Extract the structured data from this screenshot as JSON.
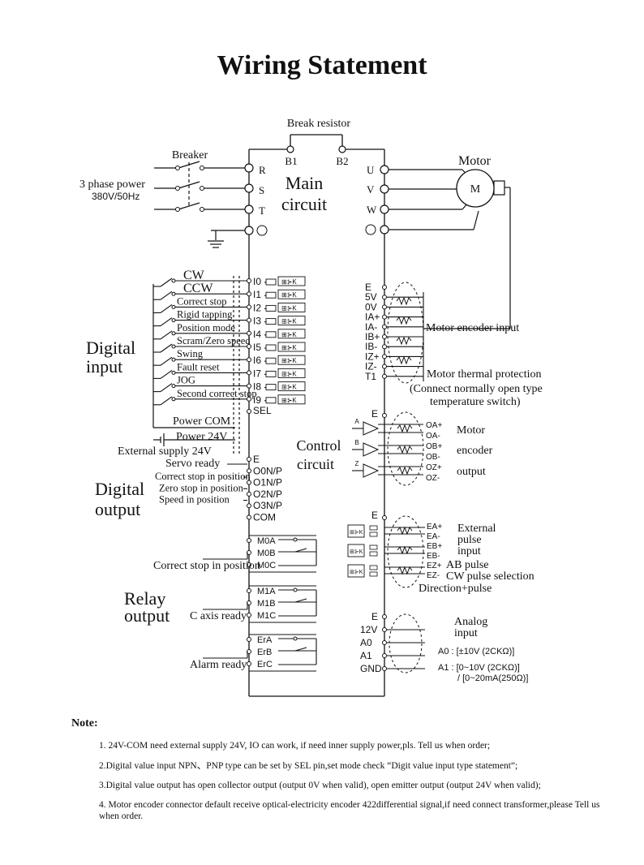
{
  "title": "Wiring Statement",
  "main_circuit": {
    "label": "Main",
    "label2": "circuit",
    "break_resistor": "Break resistor",
    "b1": "B1",
    "b2": "B2",
    "breaker": "Breaker",
    "power_label": "3 phase power",
    "power_spec": "380V/50Hz",
    "inputs": [
      "R",
      "S",
      "T"
    ],
    "outputs": [
      "U",
      "V",
      "W"
    ],
    "motor": "Motor",
    "motor_symbol": "M"
  },
  "control_circuit": {
    "label": "Control",
    "label2": "circuit"
  },
  "digital_input": {
    "title": "Digital",
    "title2": "input",
    "items": [
      "CW",
      "CCW",
      "Correct stop",
      "Rigid tapping",
      "Position mode",
      "Scram/Zero speed",
      "Swing",
      "Fault reset",
      "JOG",
      "Second correct stop"
    ],
    "pins": [
      "I0",
      "I1",
      "I2",
      "I3",
      "I4",
      "I5",
      "I6",
      "I7",
      "I8",
      "I9"
    ],
    "sel": "SEL",
    "power_com": "Power COM",
    "power_24v": "Power 24V",
    "external_supply": "External supply 24V",
    "opto": "⊞⊱K"
  },
  "digital_output": {
    "title": "Digital",
    "title2": "output",
    "items": [
      "Servo ready",
      "Correct stop in position",
      "Zero stop in position",
      "Speed in position"
    ],
    "pins": [
      "E",
      "O0N/P",
      "O1N/P",
      "O2N/P",
      "O3N/P",
      "COM"
    ]
  },
  "relay_output": {
    "title": "Relay",
    "title2": "output",
    "groups": [
      {
        "label": "Correct stop in position",
        "pins": [
          "M0A",
          "M0B",
          "M0C"
        ]
      },
      {
        "label": "C axis ready",
        "pins": [
          "M1A",
          "M1B",
          "M1C"
        ]
      },
      {
        "label": "Alarm ready",
        "pins": [
          "ErA",
          "ErB",
          "ErC"
        ]
      }
    ]
  },
  "motor_encoder_input": {
    "pins": [
      "E",
      "5V",
      "0V",
      "IA+",
      "IA-",
      "IB+",
      "IB-",
      "IZ+",
      "IZ-",
      "T1"
    ],
    "label": "Motor encoder input",
    "thermal": "Motor thermal protection",
    "thermal2": "(Connect normally open type",
    "thermal3": "temperature switch)"
  },
  "encoder_output": {
    "e": "E",
    "channels": [
      "A",
      "B",
      "Z"
    ],
    "pins": [
      "OA+",
      "OA-",
      "OB+",
      "OB-",
      "OZ+",
      "OZ-"
    ],
    "label": "Motor",
    "label2": "encoder",
    "label3": "output"
  },
  "pulse_input": {
    "e": "E",
    "pins": [
      "EA+",
      "EA-",
      "EB+",
      "EB-",
      "EZ+",
      "EZ-"
    ],
    "label": "External",
    "label2": "pulse",
    "label3": "input",
    "ab_pulse": "AB pulse",
    "cw_pulse": "CW pulse selection",
    "dir_pulse": "Direction+pulse"
  },
  "analog_input": {
    "pins": [
      "E",
      "12V",
      "A0",
      "A1",
      "GND"
    ],
    "label": "Analog",
    "label2": "input",
    "a0_spec": "A0 : [±10V   (2CKΩ)]",
    "a1_spec": "A1 : [0~10V   (2CKΩ)]",
    "a1_spec2": "/ [0~20mA(250Ω)]"
  },
  "notes": {
    "heading": "Note:",
    "items": [
      "1. 24V-COM need external supply 24V, IO can work, if need inner supply power,pls. Tell us when order;",
      "2.Digital value input NPN、PNP type can be set by SEL pin,set mode check “Digit value input type statement”;",
      "3.Digital value output has open collector output (output 0V when valid), open emitter output (output 24V when valid);",
      "4. Motor encoder connector default receive optical-electricity encoder 422differential signal,if need connect transformer,please Tell us when order."
    ]
  }
}
